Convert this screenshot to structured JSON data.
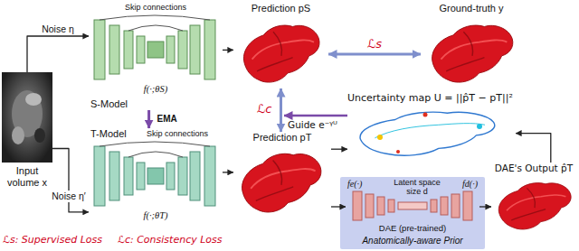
{
  "diagram": {
    "nodes": [
      {
        "text": [
          "Input volume x"
        ]
      },
      {
        "text": [
          "S-Model",
          "Skip connections",
          "f(·;θS)"
        ]
      },
      {
        "text": [
          "T-Model",
          "Skip connections",
          "f(·;θT)"
        ]
      },
      {
        "text": [
          "Prediction pS"
        ]
      },
      {
        "text": [
          "Ground-truth y"
        ]
      },
      {
        "text": [
          "Prediction pT"
        ]
      },
      {
        "text": [
          "Uncertainty map U = ||p̂T − pT||²"
        ]
      },
      {
        "text": [
          "Anatomically-aware Prior"
        ]
      },
      {
        "text": [
          "fe(·)",
          "Latent space size d",
          "fd(·)",
          "DAE (pre-trained)"
        ],
        "in": 7
      },
      {
        "text": [
          "DAE's Output p̂T"
        ]
      }
    ],
    "edges": [
      {
        "from": 0,
        "to": 1,
        "arrow": "to",
        "label": "Noise η"
      },
      {
        "from": 0,
        "to": 2,
        "arrow": "to",
        "label": "Noise η′"
      },
      {
        "from": 1,
        "to": 2,
        "arrow": "to",
        "label": "EMA"
      },
      {
        "from": 1,
        "to": 3,
        "arrow": "to"
      },
      {
        "from": 2,
        "to": 5,
        "arrow": "to"
      },
      {
        "from": 3,
        "to": 4,
        "arrow": "both",
        "label": "ℒs"
      },
      {
        "from": 3,
        "to": 5,
        "arrow": "both"
      },
      {
        "from": 5,
        "to": 8,
        "arrow": "to"
      },
      {
        "from": 8,
        "to": 9,
        "arrow": "to"
      },
      {
        "from": 5,
        "to": 6,
        "arrow": "to"
      },
      {
        "from": 9,
        "to": 6,
        "arrow": "to"
      }
    ],
    "labels": [
      "ℒc",
      "Guide e⁻ᵞᵁ",
      "ℒs: Supervised Loss",
      "ℒc: Consistency Loss"
    ]
  }
}
